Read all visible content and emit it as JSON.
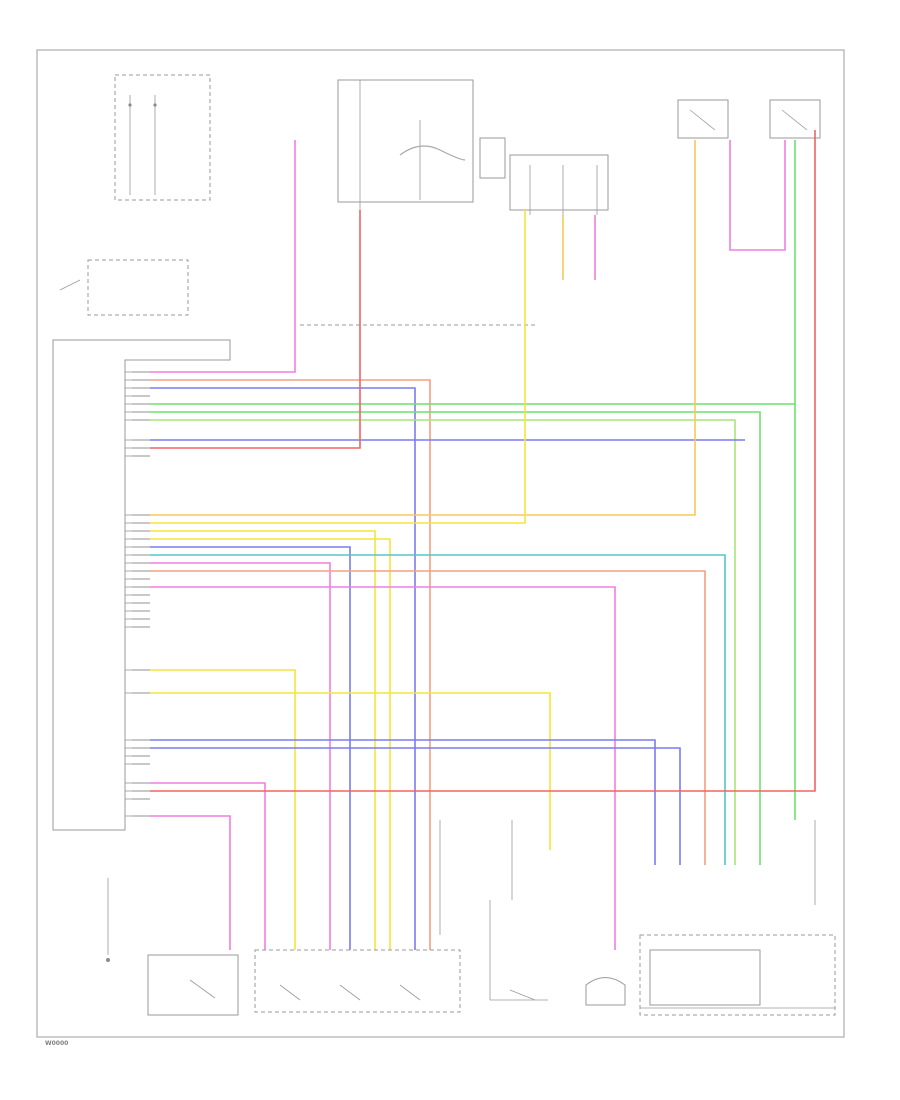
{
  "page_label": "W0000",
  "colors": {
    "frame": "#b8b8b8",
    "ink": "#9a9a9a",
    "pink": "#f07ee0",
    "green": "#6fe06f",
    "yellow": "#f2e63c",
    "orange": "#f5c85a",
    "blue": "#7b7bee",
    "red": "#f06464",
    "teal": "#52c7c7",
    "salmon": "#f4a080",
    "lightgreen": "#a6e67a"
  },
  "wire_colors": [
    "pink",
    "green",
    "yellow",
    "orange",
    "blue",
    "red",
    "teal",
    "salmon",
    "lightgreen"
  ]
}
